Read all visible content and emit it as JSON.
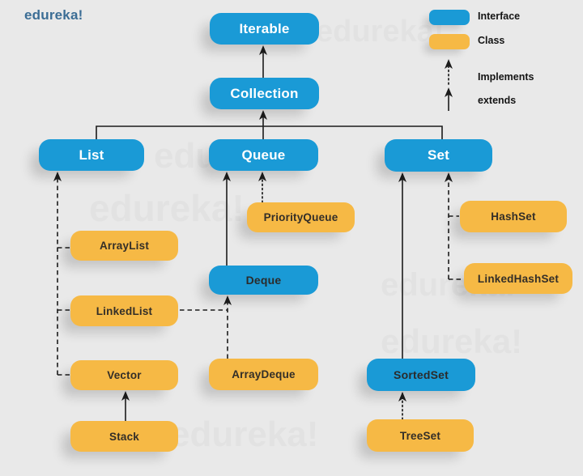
{
  "page": {
    "logo": "edureka!",
    "watermark": "edureka!",
    "background": "#e9e9e9"
  },
  "colors": {
    "interface_fill": "#1a9ad6",
    "class_fill": "#f6b945",
    "line": "#1c1c1c",
    "text_on_blue_large": "#ffffff",
    "text_on_blue_small": "#2b2b2b",
    "text_on_orange": "#332e28",
    "logo": "#3b6d95"
  },
  "legend": {
    "items": [
      {
        "label": "Interface",
        "swatch": "interface"
      },
      {
        "label": "Class",
        "swatch": "class"
      },
      {
        "label": "Implements",
        "arrow": "dotted"
      },
      {
        "label": "extends",
        "arrow": "solid"
      }
    ]
  },
  "nodes": [
    {
      "id": "iterable",
      "label": "Iterable",
      "kind": "interface"
    },
    {
      "id": "collection",
      "label": "Collection",
      "kind": "interface"
    },
    {
      "id": "list",
      "label": "List",
      "kind": "interface"
    },
    {
      "id": "queue",
      "label": "Queue",
      "kind": "interface"
    },
    {
      "id": "set",
      "label": "Set",
      "kind": "interface"
    },
    {
      "id": "priorityqueue",
      "label": "PriorityQueue",
      "kind": "class"
    },
    {
      "id": "hashset",
      "label": "HashSet",
      "kind": "class"
    },
    {
      "id": "arraylist",
      "label": "ArrayList",
      "kind": "class"
    },
    {
      "id": "deque",
      "label": "Deque",
      "kind": "interface"
    },
    {
      "id": "linkedhashset",
      "label": "LinkedHashSet",
      "kind": "class"
    },
    {
      "id": "linkedlist",
      "label": "LinkedList",
      "kind": "class"
    },
    {
      "id": "vector",
      "label": "Vector",
      "kind": "class"
    },
    {
      "id": "arraydeque",
      "label": "ArrayDeque",
      "kind": "class"
    },
    {
      "id": "sortedset",
      "label": "SortedSet",
      "kind": "interface"
    },
    {
      "id": "stack",
      "label": "Stack",
      "kind": "class"
    },
    {
      "id": "treeset",
      "label": "TreeSet",
      "kind": "class"
    }
  ],
  "edges": [
    {
      "from": "Collection",
      "to": "Iterable",
      "relation": "extends"
    },
    {
      "from": "List",
      "to": "Collection",
      "relation": "extends"
    },
    {
      "from": "Queue",
      "to": "Collection",
      "relation": "extends"
    },
    {
      "from": "Set",
      "to": "Collection",
      "relation": "extends"
    },
    {
      "from": "ArrayList",
      "to": "List",
      "relation": "implements"
    },
    {
      "from": "LinkedList",
      "to": "List",
      "relation": "implements"
    },
    {
      "from": "Vector",
      "to": "List",
      "relation": "implements"
    },
    {
      "from": "Stack",
      "to": "Vector",
      "relation": "extends"
    },
    {
      "from": "PriorityQueue",
      "to": "Queue",
      "relation": "implements"
    },
    {
      "from": "Deque",
      "to": "Queue",
      "relation": "extends"
    },
    {
      "from": "LinkedList",
      "to": "Deque",
      "relation": "implements"
    },
    {
      "from": "ArrayDeque",
      "to": "Deque",
      "relation": "implements"
    },
    {
      "from": "HashSet",
      "to": "Set",
      "relation": "implements"
    },
    {
      "from": "LinkedHashSet",
      "to": "Set",
      "relation": "implements"
    },
    {
      "from": "SortedSet",
      "to": "Set",
      "relation": "extends"
    },
    {
      "from": "TreeSet",
      "to": "SortedSet",
      "relation": "implements"
    }
  ]
}
